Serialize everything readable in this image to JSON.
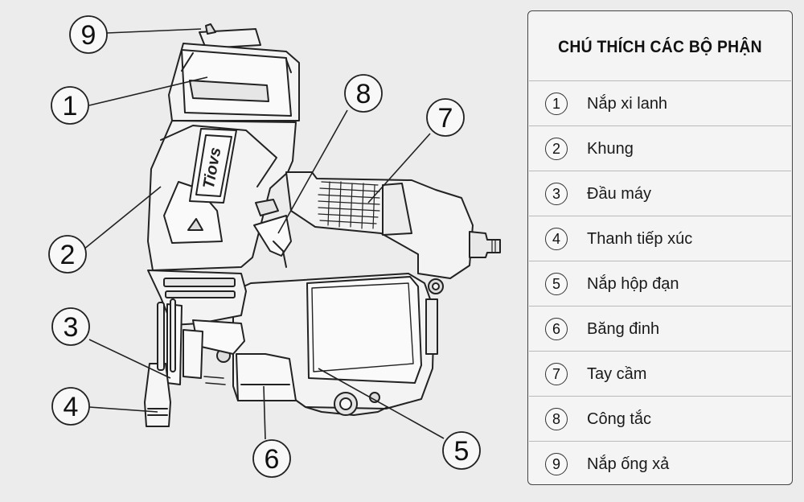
{
  "legend": {
    "title": "CHÚ THÍCH CÁC BỘ PHẬN",
    "items": [
      {
        "num": "1",
        "label": "Nắp xi lanh"
      },
      {
        "num": "2",
        "label": "Khung"
      },
      {
        "num": "3",
        "label": "Đầu máy"
      },
      {
        "num": "4",
        "label": "Thanh tiếp xúc"
      },
      {
        "num": "5",
        "label": "Nắp hộp đạn"
      },
      {
        "num": "6",
        "label": "Băng đinh"
      },
      {
        "num": "7",
        "label": "Tay cầm"
      },
      {
        "num": "8",
        "label": "Công tắc"
      },
      {
        "num": "9",
        "label": "Nắp ống xả"
      }
    ]
  },
  "callouts": [
    "1",
    "2",
    "3",
    "4",
    "5",
    "6",
    "7",
    "8",
    "9"
  ],
  "logo_text": "Tiovs",
  "colors": {
    "background": "#ececec",
    "stroke": "#222222",
    "panel": "#f4f4f4"
  }
}
